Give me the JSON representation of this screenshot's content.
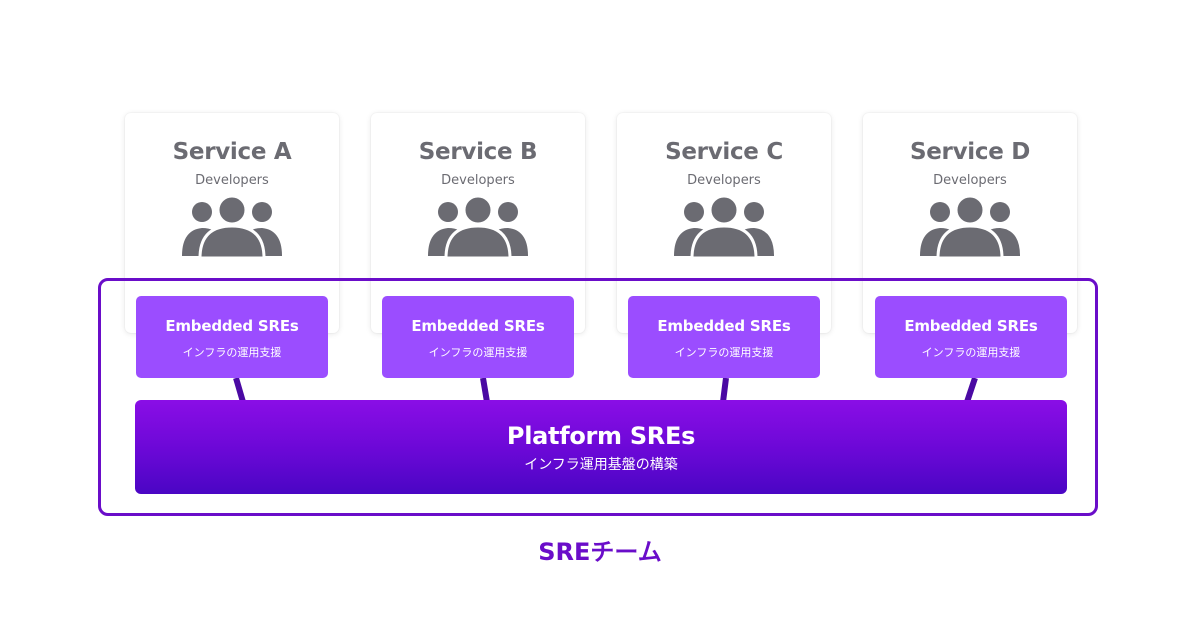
{
  "services": [
    {
      "title": "Service A",
      "subtitle": "Developers",
      "icon": "people-icon"
    },
    {
      "title": "Service B",
      "subtitle": "Developers",
      "icon": "people-icon"
    },
    {
      "title": "Service C",
      "subtitle": "Developers",
      "icon": "people-icon"
    },
    {
      "title": "Service D",
      "subtitle": "Developers",
      "icon": "people-icon"
    }
  ],
  "embedded": [
    {
      "title": "Embedded SREs",
      "subtitle": "インフラの運用支援"
    },
    {
      "title": "Embedded SREs",
      "subtitle": "インフラの運用支援"
    },
    {
      "title": "Embedded SREs",
      "subtitle": "インフラの運用支援"
    },
    {
      "title": "Embedded SREs",
      "subtitle": "インフラの運用支援"
    }
  ],
  "platform": {
    "title": "Platform SREs",
    "subtitle": "インフラ運用基盤の構築"
  },
  "team_label": "SREチーム",
  "colors": {
    "text_gray": "#6b6b72",
    "embedded": "#9b4dff",
    "platform_top": "#8a0ee6",
    "platform_bottom": "#4a06c4",
    "team_accent": "#6a0dc9"
  }
}
